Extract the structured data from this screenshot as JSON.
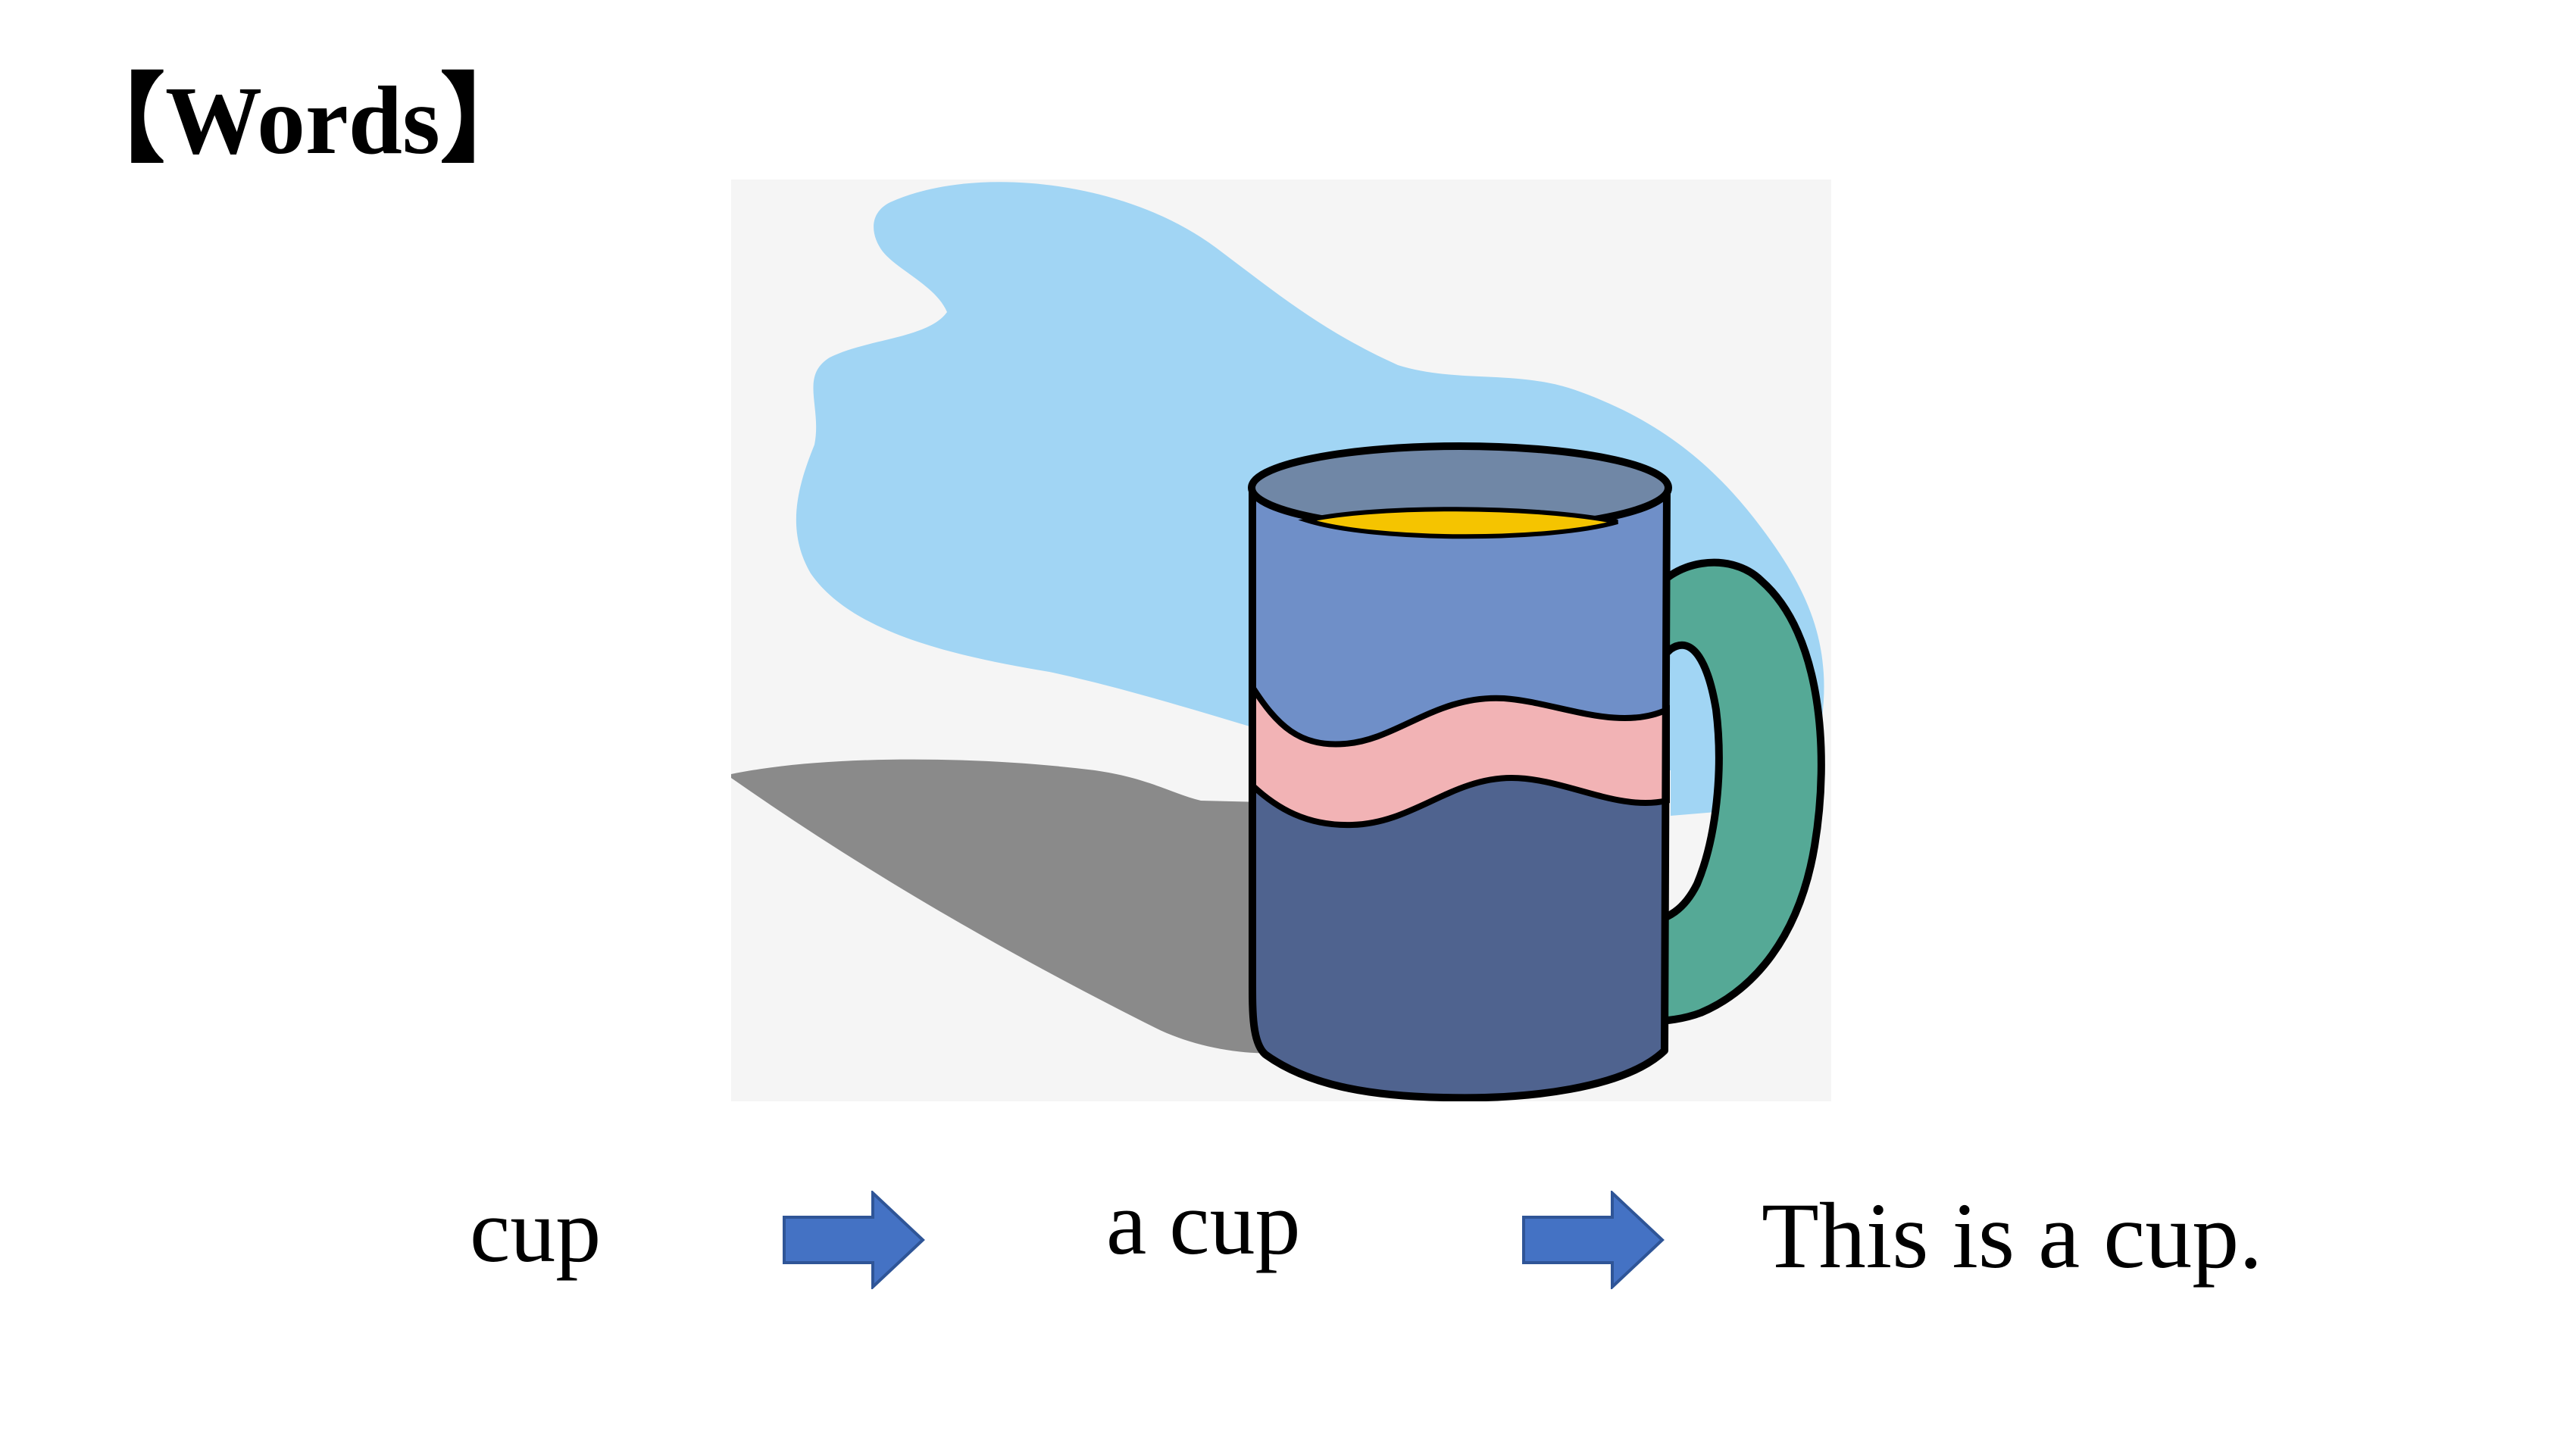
{
  "slide": {
    "title": "【Words】"
  },
  "illustration": {
    "icon": "cup-icon",
    "colors": {
      "panel": "#f5f5f5",
      "splash": "#a1d5f4",
      "shadow": "#8a8a8a",
      "cup_top": "#6f8fc8",
      "cup_bottom": "#4f638f",
      "cup_rim": "#7087a6",
      "stripe": "#f2b3b5",
      "handle": "#55a996",
      "drink": "#f5c400",
      "outline": "#000000"
    }
  },
  "progression": {
    "word": "cup",
    "article_phrase": "a cup",
    "sentence": "This is a cup.",
    "arrow_icon": "right-arrow-icon",
    "arrow_color": "#4472c4",
    "arrow_border": "#2f5597"
  }
}
